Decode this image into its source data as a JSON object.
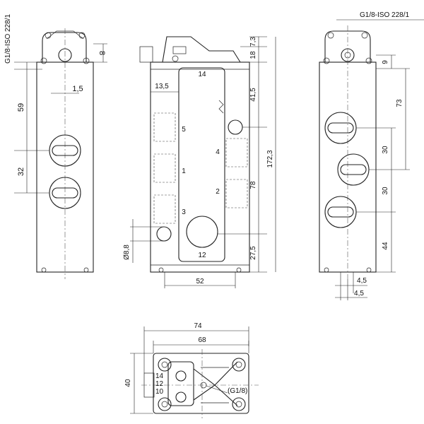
{
  "front_view": {
    "thread_label": "G1/8-ISO 228/1",
    "dim_8": "8",
    "dim_1_5": "1,5",
    "dim_59": "59",
    "dim_32": "32"
  },
  "side_view": {
    "dim_7_3": "7,3",
    "dim_18": "18",
    "dim_13_5": "13,5",
    "dim_41_5": "41,5",
    "dim_172_3": "172,3",
    "dim_78": "78",
    "dim_27_5": "27,5",
    "dim_dia_8_8": "Ø8,8",
    "dim_52": "52",
    "port_14": "14",
    "port_5": "5",
    "port_4": "4",
    "port_1": "1",
    "port_2": "2",
    "port_3": "3",
    "port_12": "12"
  },
  "rear_view": {
    "thread_label": "G1/8-ISO 228/1",
    "dim_9": "9",
    "dim_73": "73",
    "dim_30a": "30",
    "dim_30b": "30",
    "dim_44": "44",
    "dim_4_5a": "4,5",
    "dim_4_5b": "4,5"
  },
  "top_view": {
    "dim_74": "74",
    "dim_68": "68",
    "dim_40": "40",
    "label_14": "14",
    "label_12": "12",
    "label_10": "10",
    "label_g18": "(G1/8)"
  }
}
